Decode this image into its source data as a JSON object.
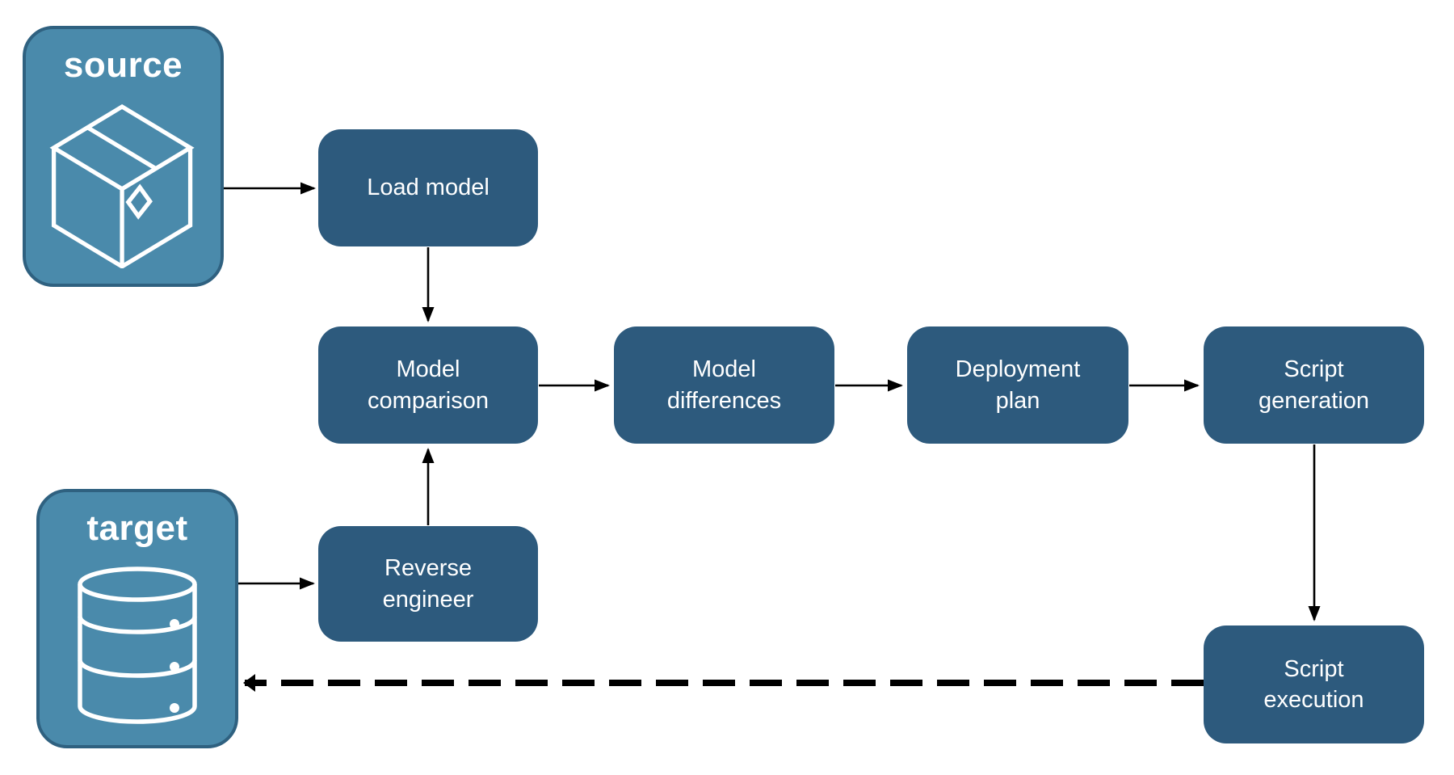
{
  "diagram": {
    "title": "Schema deployment pipeline diagram",
    "background": "#ffffff",
    "colors": {
      "node_fill": "#2d5a7d",
      "container_fill": "#4a8aab",
      "container_border": "#2f6180",
      "node_text": "#ffffff",
      "arrow": "#000000"
    },
    "containers": {
      "source": {
        "label": "source",
        "icon": "package-icon"
      },
      "target": {
        "label": "target",
        "icon": "database-icon"
      }
    },
    "nodes": {
      "load_model": {
        "label": "Load model"
      },
      "model_comparison": {
        "label": "Model comparison"
      },
      "model_differences": {
        "label": "Model differences"
      },
      "deployment_plan": {
        "label": "Deployment plan"
      },
      "script_generation": {
        "label": "Script generation"
      },
      "reverse_engineer": {
        "label": "Reverse engineer"
      },
      "script_execution": {
        "label": "Script execution"
      }
    },
    "edges": [
      {
        "from": "source",
        "to": "load_model",
        "style": "solid"
      },
      {
        "from": "load_model",
        "to": "model_comparison",
        "style": "solid"
      },
      {
        "from": "target",
        "to": "reverse_engineer",
        "style": "solid"
      },
      {
        "from": "reverse_engineer",
        "to": "model_comparison",
        "style": "solid"
      },
      {
        "from": "model_comparison",
        "to": "model_differences",
        "style": "solid"
      },
      {
        "from": "model_differences",
        "to": "deployment_plan",
        "style": "solid"
      },
      {
        "from": "deployment_plan",
        "to": "script_generation",
        "style": "solid"
      },
      {
        "from": "script_generation",
        "to": "script_execution",
        "style": "solid"
      },
      {
        "from": "script_execution",
        "to": "target",
        "style": "dashed"
      }
    ]
  }
}
